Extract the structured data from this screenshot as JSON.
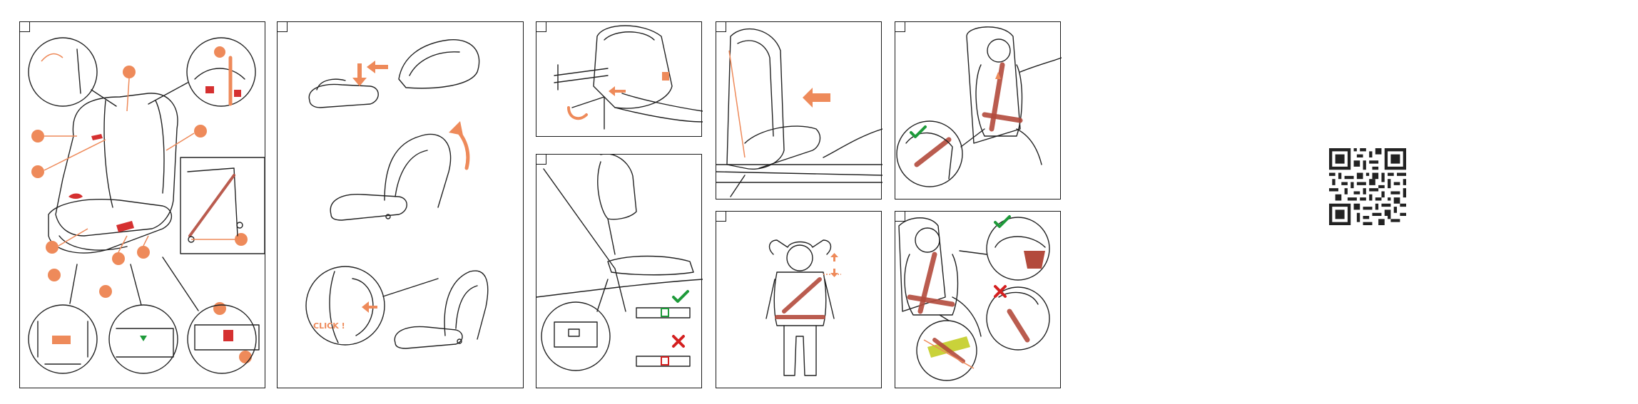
{
  "colors": {
    "accent": "#ee8a5a",
    "belt": "#b34a3c",
    "ok": "#1e9a3a",
    "wrong": "#d42020",
    "line": "#1a1a1a"
  },
  "panels": [
    {
      "id": "overview",
      "icon": "car-seat-parts-overview-illustration"
    },
    {
      "id": "seat-assembly",
      "icon": "seat-assembly-steps-illustration",
      "click_label": "CLICK !"
    },
    {
      "id": "isofix-extend",
      "icon": "isofix-connector-extend-illustration"
    },
    {
      "id": "isofix-attach",
      "icon": "isofix-attach-indicator-illustration"
    },
    {
      "id": "push-seat-back",
      "icon": "push-seat-against-backrest-illustration"
    },
    {
      "id": "headrest-height",
      "icon": "child-headrest-height-illustration"
    },
    {
      "id": "belt-routing",
      "icon": "seatbelt-routing-illustration"
    },
    {
      "id": "belt-check",
      "icon": "belt-position-check-illustration"
    }
  ],
  "qr": {
    "icon": "qr-code"
  }
}
